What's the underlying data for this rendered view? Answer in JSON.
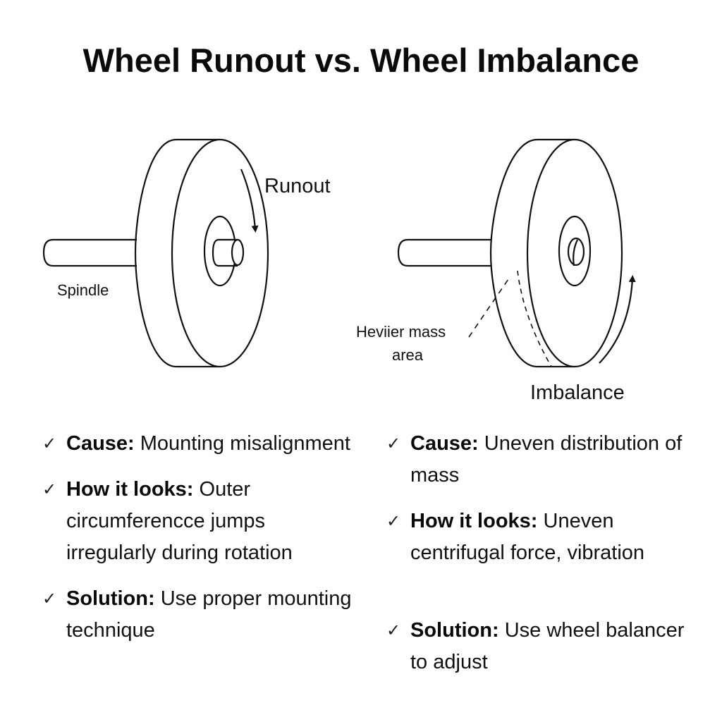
{
  "title": "Wheel Runout vs. Wheel Imbalance",
  "left_panel": {
    "heading_label": "Runout",
    "spindle_label": "Spindle",
    "items": [
      {
        "icon": "check-icon",
        "check": "✓",
        "key": "Cause:",
        "text": " Mounting misalignment"
      },
      {
        "icon": "check-icon",
        "check": "✓",
        "key": "How it looks:",
        "text": " Outer circumferencce jumps irregularly during rotation"
      },
      {
        "icon": "check-icon",
        "check": "✓",
        "key": "Solution:",
        "text": " Use proper mounting technique"
      }
    ]
  },
  "right_panel": {
    "heading_label": "Imbalance",
    "mass_label_line1": "Heviier mass",
    "mass_label_line2": "area",
    "items": [
      {
        "icon": "check-icon",
        "check": "✓",
        "key": "Cause:",
        "text": " Uneven distribution of mass"
      },
      {
        "icon": "check-icon",
        "check": "✓",
        "key": "How it looks:",
        "text": " Uneven centrifugal force, vibration"
      },
      {
        "icon": "check-icon",
        "check": "✓",
        "key": "Solution:",
        "text": " Use wheel balancer to adjust"
      }
    ]
  },
  "colors": {
    "stroke": "#111111",
    "background": "#ffffff"
  }
}
